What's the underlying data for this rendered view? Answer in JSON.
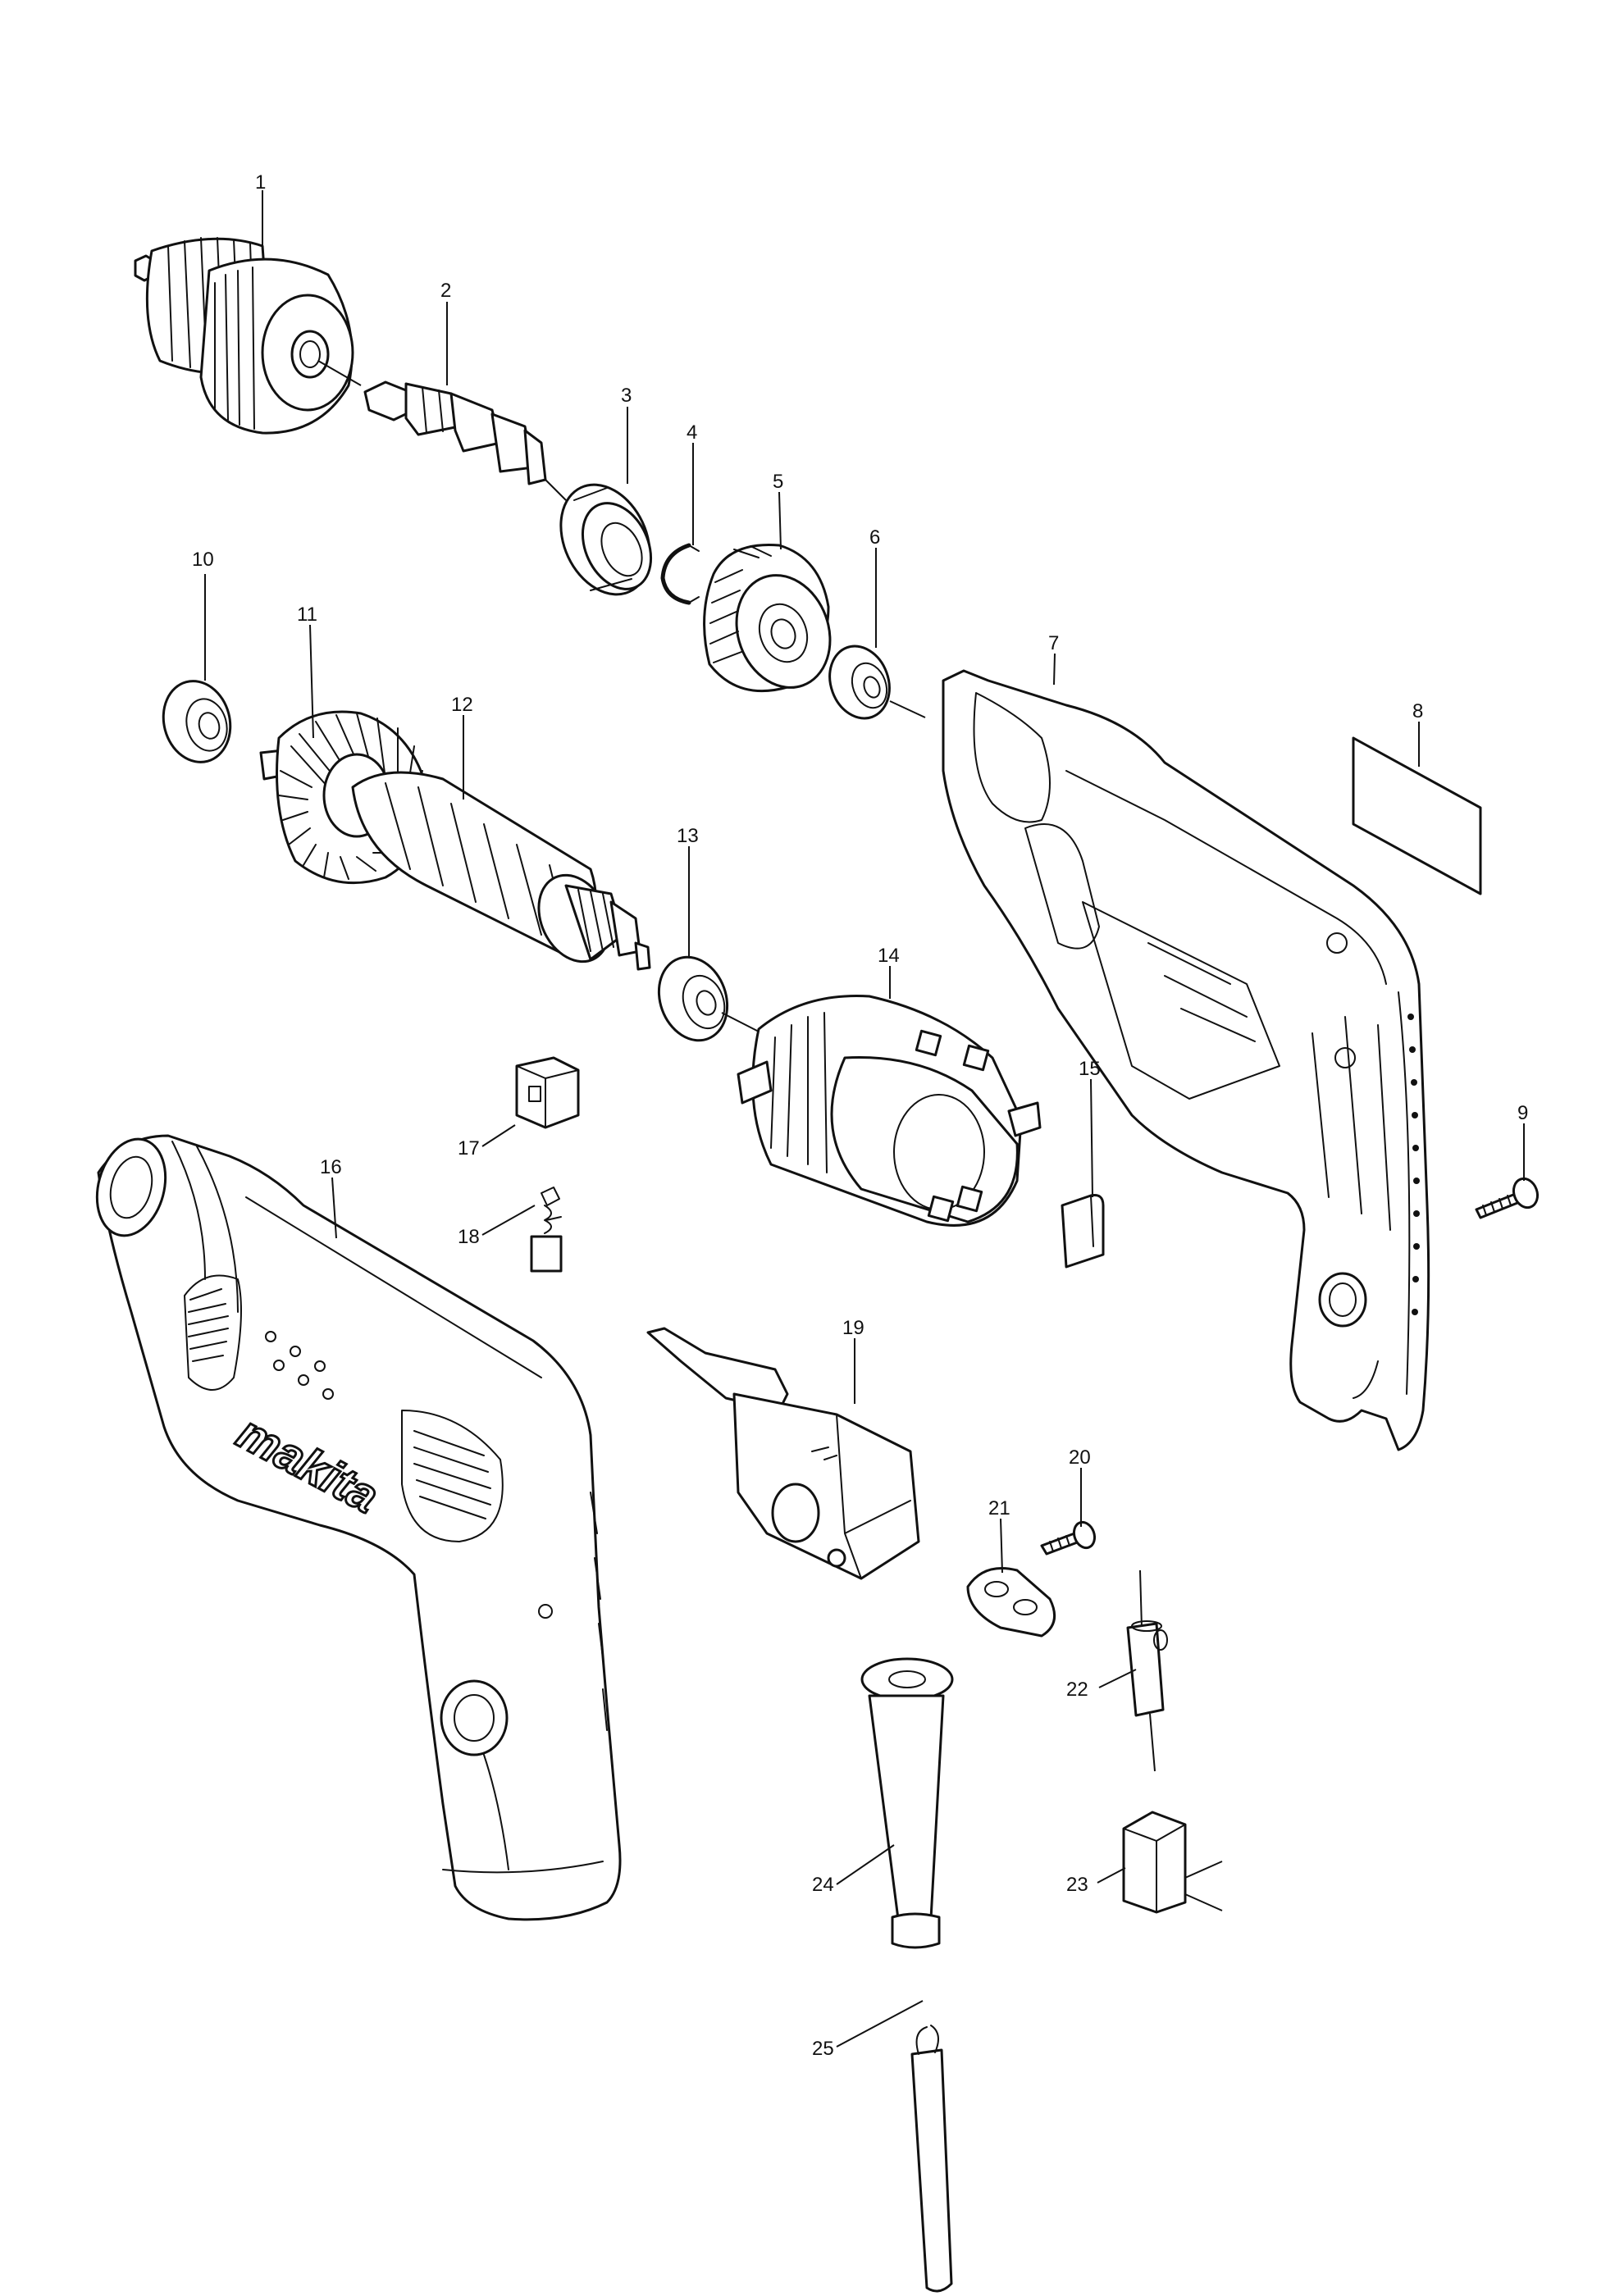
{
  "brand_text": "makita",
  "callouts": [
    {
      "label": "1"
    },
    {
      "label": "2"
    },
    {
      "label": "3"
    },
    {
      "label": "4"
    },
    {
      "label": "5"
    },
    {
      "label": "6"
    },
    {
      "label": "7"
    },
    {
      "label": "8"
    },
    {
      "label": "9"
    },
    {
      "label": "10"
    },
    {
      "label": "11"
    },
    {
      "label": "12"
    },
    {
      "label": "13"
    },
    {
      "label": "14"
    },
    {
      "label": "15"
    },
    {
      "label": "16"
    },
    {
      "label": "17"
    },
    {
      "label": "18"
    },
    {
      "label": "19"
    },
    {
      "label": "20"
    },
    {
      "label": "21"
    },
    {
      "label": "22"
    },
    {
      "label": "23"
    },
    {
      "label": "24"
    },
    {
      "label": "25"
    }
  ]
}
